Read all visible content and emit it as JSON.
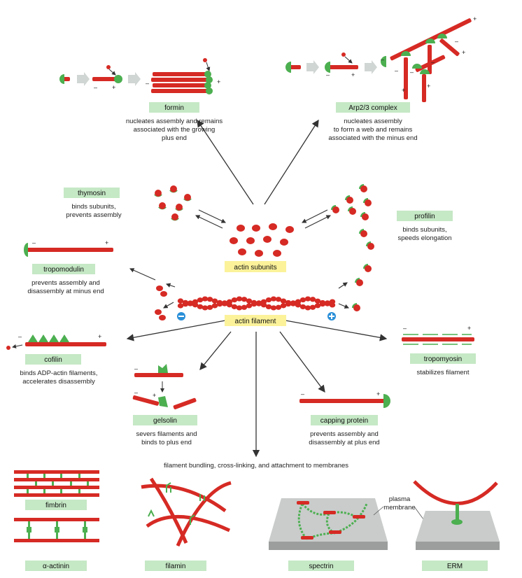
{
  "colors": {
    "actin_red": "#d62a24",
    "protein_green": "#4caf50",
    "label_box_green": "#c5e8c5",
    "label_box_yellow": "#fbf29a",
    "membrane_gray": "#c9cccb",
    "minus_end_blue": "#2a8fd8"
  },
  "center": {
    "subunits_label": "actin subunits",
    "filament_label": "actin filament"
  },
  "proteins": {
    "formin": {
      "name": "formin",
      "desc": [
        "nucleates assembly and remains",
        "associated with the growing",
        "plus end"
      ]
    },
    "arp23": {
      "name": "Arp2/3 complex",
      "desc": [
        "nucleates assembly",
        "to form a web and remains",
        "associated with the minus end"
      ]
    },
    "thymosin": {
      "name": "thymosin",
      "desc": [
        "binds subunits,",
        "prevents assembly"
      ]
    },
    "profilin": {
      "name": "profilin",
      "desc": [
        "binds subunits,",
        "speeds elongation"
      ]
    },
    "tropomodulin": {
      "name": "tropomodulin",
      "desc": [
        "prevents assembly and",
        "disassembly at minus end"
      ]
    },
    "cofilin": {
      "name": "cofilin",
      "desc": [
        "binds ADP-actin filaments,",
        "accelerates disassembly"
      ]
    },
    "gelsolin": {
      "name": "gelsolin",
      "desc": [
        "severs filaments and",
        "binds to plus end"
      ]
    },
    "capping": {
      "name": "capping protein",
      "desc": [
        "prevents assembly and",
        "disassembly at plus end"
      ]
    },
    "tropomyosin": {
      "name": "tropomyosin",
      "desc": [
        "stabilizes filament"
      ]
    }
  },
  "bundling": {
    "heading": "filament bundling, cross-linking, and attachment to membranes",
    "fimbrin": "fimbrin",
    "alpha_actinin": "α-actinin",
    "filamin": "filamin",
    "spectrin": "spectrin",
    "erm": "ERM",
    "plasma_membrane": [
      "plasma",
      "membrane"
    ]
  },
  "signs": {
    "plus": "+",
    "minus": "–"
  }
}
